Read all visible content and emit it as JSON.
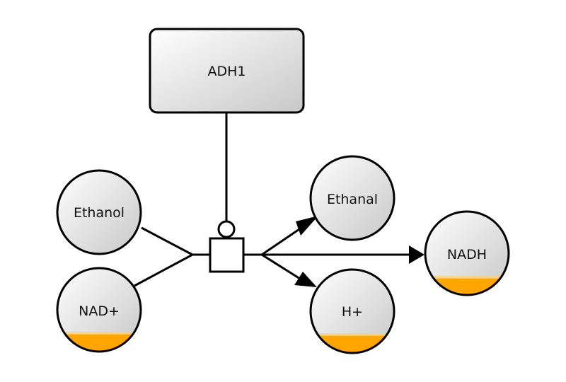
{
  "diagram": {
    "enzyme": {
      "label": "ADH1"
    },
    "substrates": [
      {
        "id": "ethanol",
        "label": "Ethanol",
        "clone_marker": false
      },
      {
        "id": "nad_plus",
        "label": "NAD+",
        "clone_marker": true
      }
    ],
    "products": [
      {
        "id": "ethanal",
        "label": "Ethanal",
        "clone_marker": false
      },
      {
        "id": "nadh",
        "label": "NADH",
        "clone_marker": true
      },
      {
        "id": "h_plus",
        "label": "H+",
        "clone_marker": true
      }
    ],
    "colors": {
      "clone_marker": "#ffa500",
      "stroke": "#000000",
      "fill_light": "#ffffff",
      "fill_dark": "#c8c8c8"
    }
  }
}
